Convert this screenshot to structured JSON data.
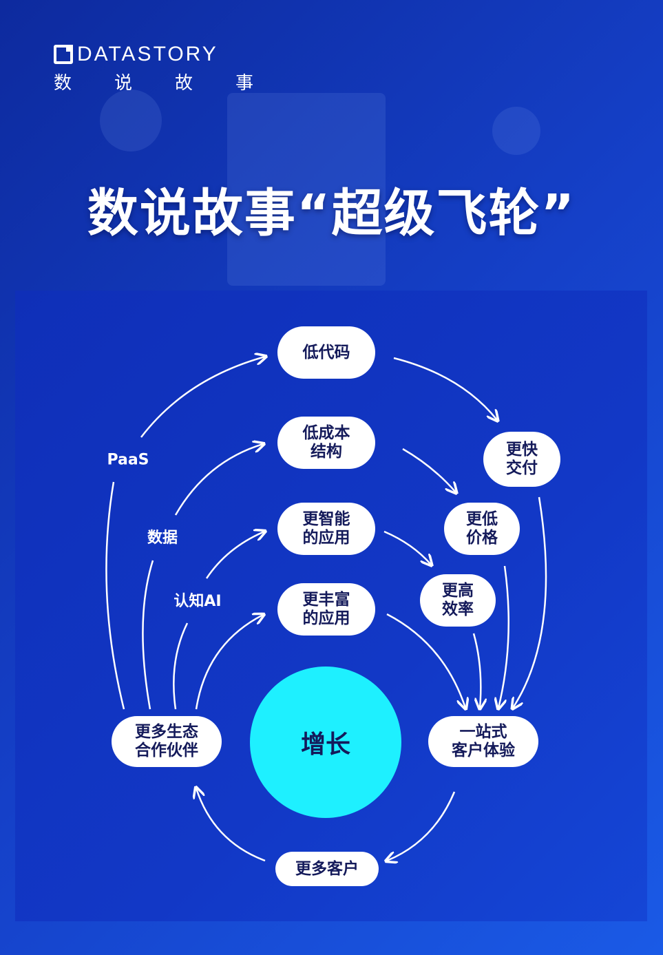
{
  "brand": {
    "name_en": "DATASTORY",
    "name_cn": [
      "数",
      "说",
      "故",
      "事"
    ]
  },
  "title": "数说故事“超级飞轮”",
  "colors": {
    "accent": "#1ef0ff",
    "node_text": "#141a5a",
    "panel": "#1238c6"
  },
  "diagram": {
    "center": "增长",
    "nodes": {
      "low_code": "低代码",
      "low_cost": "低成本\n结构",
      "smarter_apps": "更智能\n的应用",
      "richer_apps": "更丰富\n的应用",
      "faster_delivery": "更快\n交付",
      "lower_price": "更低\n价格",
      "higher_efficiency": "更高\n效率",
      "one_stop": "一站式\n客户体验",
      "more_customers": "更多客户",
      "more_partners": "更多生态\n合作伙伴"
    },
    "edge_labels": {
      "paas": "PaaS",
      "data": "数据",
      "ai": "认知AI"
    }
  }
}
